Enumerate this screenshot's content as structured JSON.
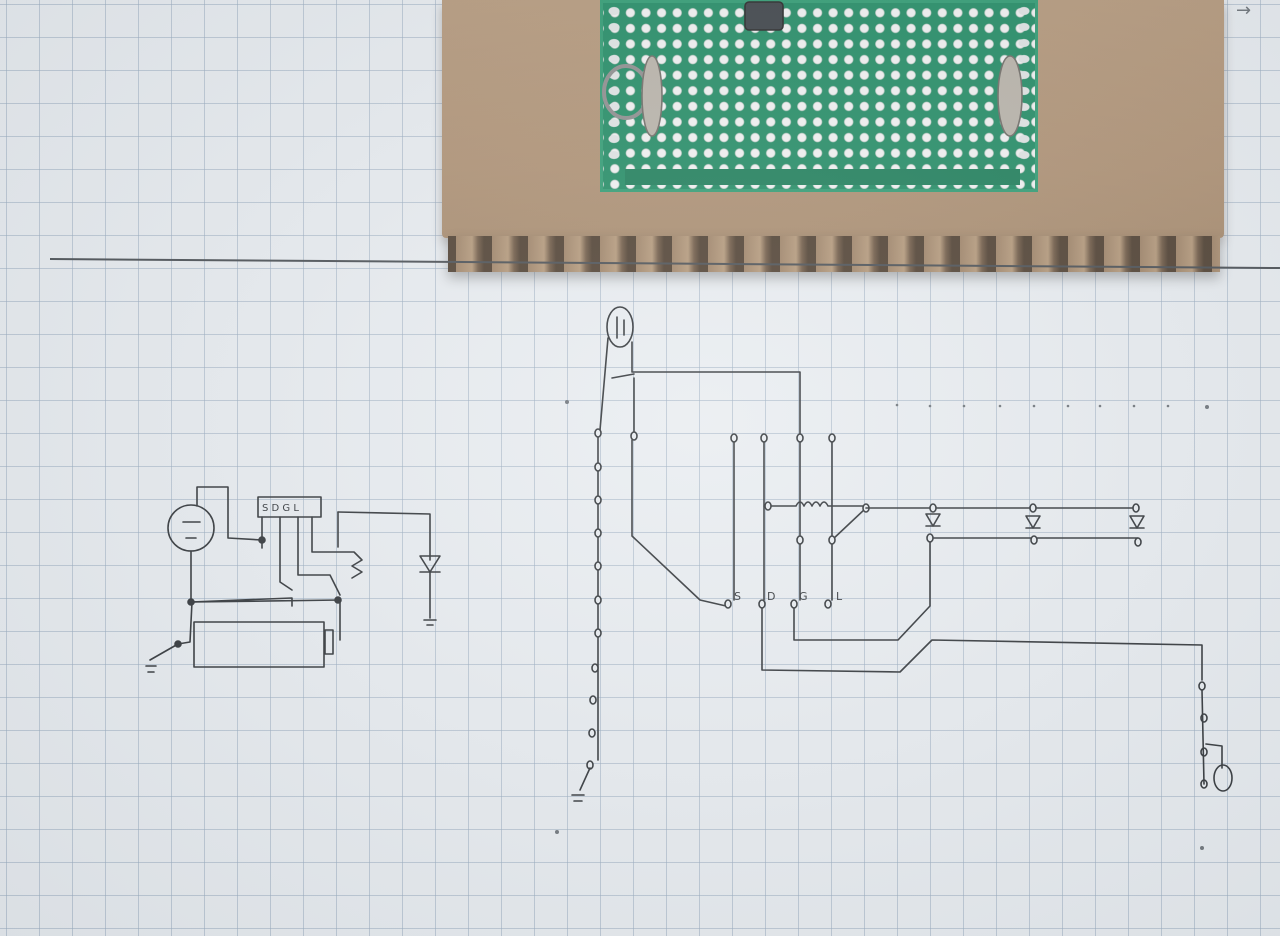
{
  "scene": {
    "description_colors": {
      "paper": "#e8ecf0",
      "grid": "#96aabe",
      "cardboard": "#b09274",
      "pcb": "#1f8a62",
      "ink": "#2b2f33"
    }
  },
  "left_schematic": {
    "chip_label": "S D G L"
  },
  "right_schematic": {
    "pin_labels": [
      "S",
      "D",
      "G",
      "L"
    ]
  }
}
